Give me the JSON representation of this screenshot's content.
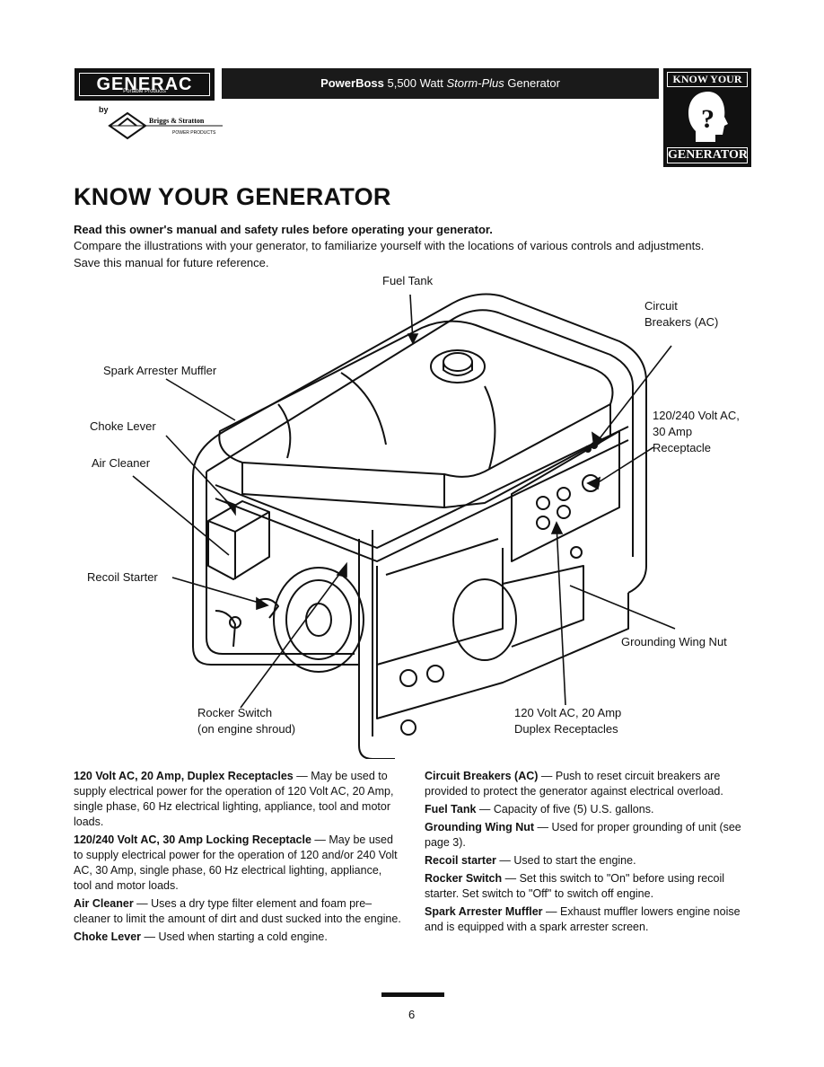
{
  "header": {
    "logo_text": "GENERAC",
    "logo_sub": "Portable Products",
    "by": "by",
    "partner_text": "Briggs & Stratton",
    "partner_sub": "POWER PRODUCTS",
    "title_bold": "PowerBoss",
    "title_normal": " 5,500 Watt ",
    "title_italic": "Storm-Plus",
    "title_end": " Generator",
    "badge_top": "KNOW YOUR",
    "badge_bottom": "GENERATOR"
  },
  "page": {
    "title": "KNOW YOUR GENERATOR",
    "lead": "Read this owner's manual and safety rules before operating your generator.",
    "intro": "Compare the illustrations with your generator, to familiarize yourself with the locations of various controls and adjustments. Save this manual for future reference."
  },
  "diagram_labels": {
    "fuel_tank": "Fuel Tank",
    "circuit_breakers_1": "Circuit",
    "circuit_breakers_2": "Breakers (AC)",
    "spark_arrester": "Spark Arrester Muffler",
    "choke_lever": "Choke Lever",
    "air_cleaner": "Air Cleaner",
    "receptacle_30_1": "120/240 Volt AC,",
    "receptacle_30_2": "30 Amp",
    "receptacle_30_3": "Receptacle",
    "recoil_starter": "Recoil Starter",
    "grounding_wing_nut": "Grounding Wing Nut",
    "rocker_switch_1": "Rocker Switch",
    "rocker_switch_2": "(on engine shroud)",
    "duplex_1": "120 Volt AC, 20 Amp",
    "duplex_2": "Duplex Receptacles"
  },
  "descriptions_left": [
    {
      "term": "120 Volt AC, 20 Amp, Duplex Receptacles",
      "text": " — May be used to supply electrical power for the operation of 120 Volt AC, 20 Amp, single phase, 60 Hz electrical lighting, appliance, tool and motor loads."
    },
    {
      "term": "120/240 Volt AC, 30 Amp Locking Receptacle",
      "text": " — May be used to supply electrical power for the operation of 120 and/or 240 Volt AC, 30 Amp, single phase, 60 Hz electrical lighting, appliance, tool and motor loads."
    },
    {
      "term": "Air Cleaner",
      "text": " — Uses a dry type filter element and foam pre–cleaner to limit the amount of dirt and dust sucked into the engine."
    },
    {
      "term": "Choke Lever",
      "text": " — Used when starting a cold engine."
    }
  ],
  "descriptions_right": [
    {
      "term": "Circuit Breakers (AC)",
      "text": " — Push to reset circuit breakers are provided to protect the generator against electrical overload."
    },
    {
      "term": "Fuel Tank",
      "text": " — Capacity of five (5) U.S. gallons."
    },
    {
      "term": "Grounding Wing Nut",
      "text": " — Used for proper grounding of unit (see page 3)."
    },
    {
      "term": "Recoil starter",
      "text": " — Used to start the engine."
    },
    {
      "term": "Rocker Switch",
      "text": " — Set this switch to \"On\" before using recoil starter. Set switch to \"Off\" to switch off engine."
    },
    {
      "term": "Spark Arrester Muffler",
      "text": " — Exhaust muffler lowers engine noise and is equipped with a spark arrester screen."
    }
  ],
  "footer": {
    "page_number": "6"
  }
}
